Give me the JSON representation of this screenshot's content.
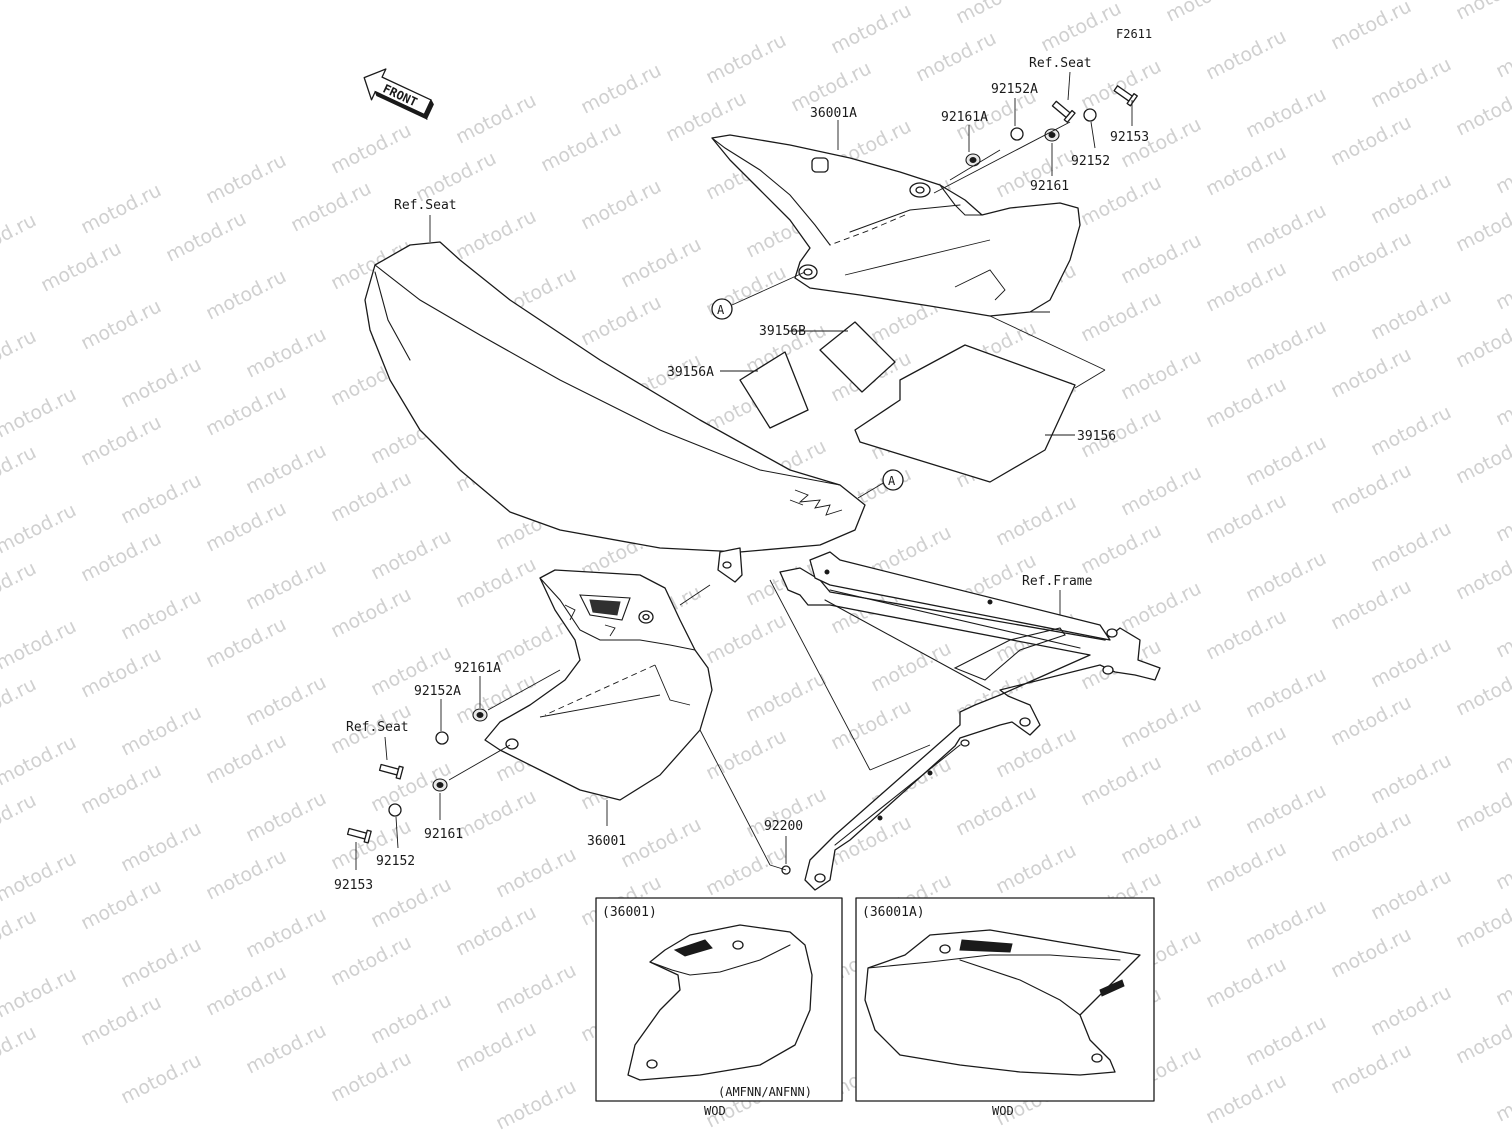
{
  "figure_code": "F2611",
  "watermark": "motod.ru",
  "front_arrow_label": "FRONT",
  "callouts": {
    "ref_seat_top": "Ref.Seat",
    "p36001A": "36001A",
    "p92161A_top": "92161A",
    "p92152A_top": "92152A",
    "p92153_top": "92153",
    "p92152_top": "92152",
    "p92161_top": "92161",
    "ref_seat_main": "Ref.Seat",
    "p39156B": "39156B",
    "p39156A": "39156A",
    "p39156": "39156",
    "marker_a1": "A",
    "marker_a2": "A",
    "ref_frame": "Ref.Frame",
    "p92161A_bot": "92161A",
    "p92152A_bot": "92152A",
    "ref_seat_bot": "Ref.Seat",
    "p92161_bot": "92161",
    "p36001": "36001",
    "p92200": "92200",
    "p92152_bot": "92152",
    "p92153_bot": "92153"
  },
  "inset_left": {
    "title": "(36001)",
    "note": "(AMFNN/ANFNN)",
    "caption": "WOD"
  },
  "inset_right": {
    "title": "(36001A)",
    "caption": "WOD"
  }
}
